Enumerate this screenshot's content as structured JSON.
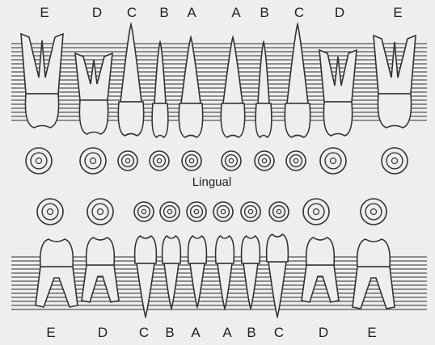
{
  "chart": {
    "upper_labels": [
      "E",
      "D",
      "C",
      "B",
      "A",
      "A",
      "B",
      "C",
      "D",
      "E"
    ],
    "lower_labels": [
      "E",
      "D",
      "C",
      "B",
      "A",
      "A",
      "B",
      "C",
      "D",
      "E"
    ],
    "center_label": "Lingual"
  },
  "colors": {
    "paper": "#eeeeee",
    "ink": "#333333",
    "line": "#555555"
  }
}
